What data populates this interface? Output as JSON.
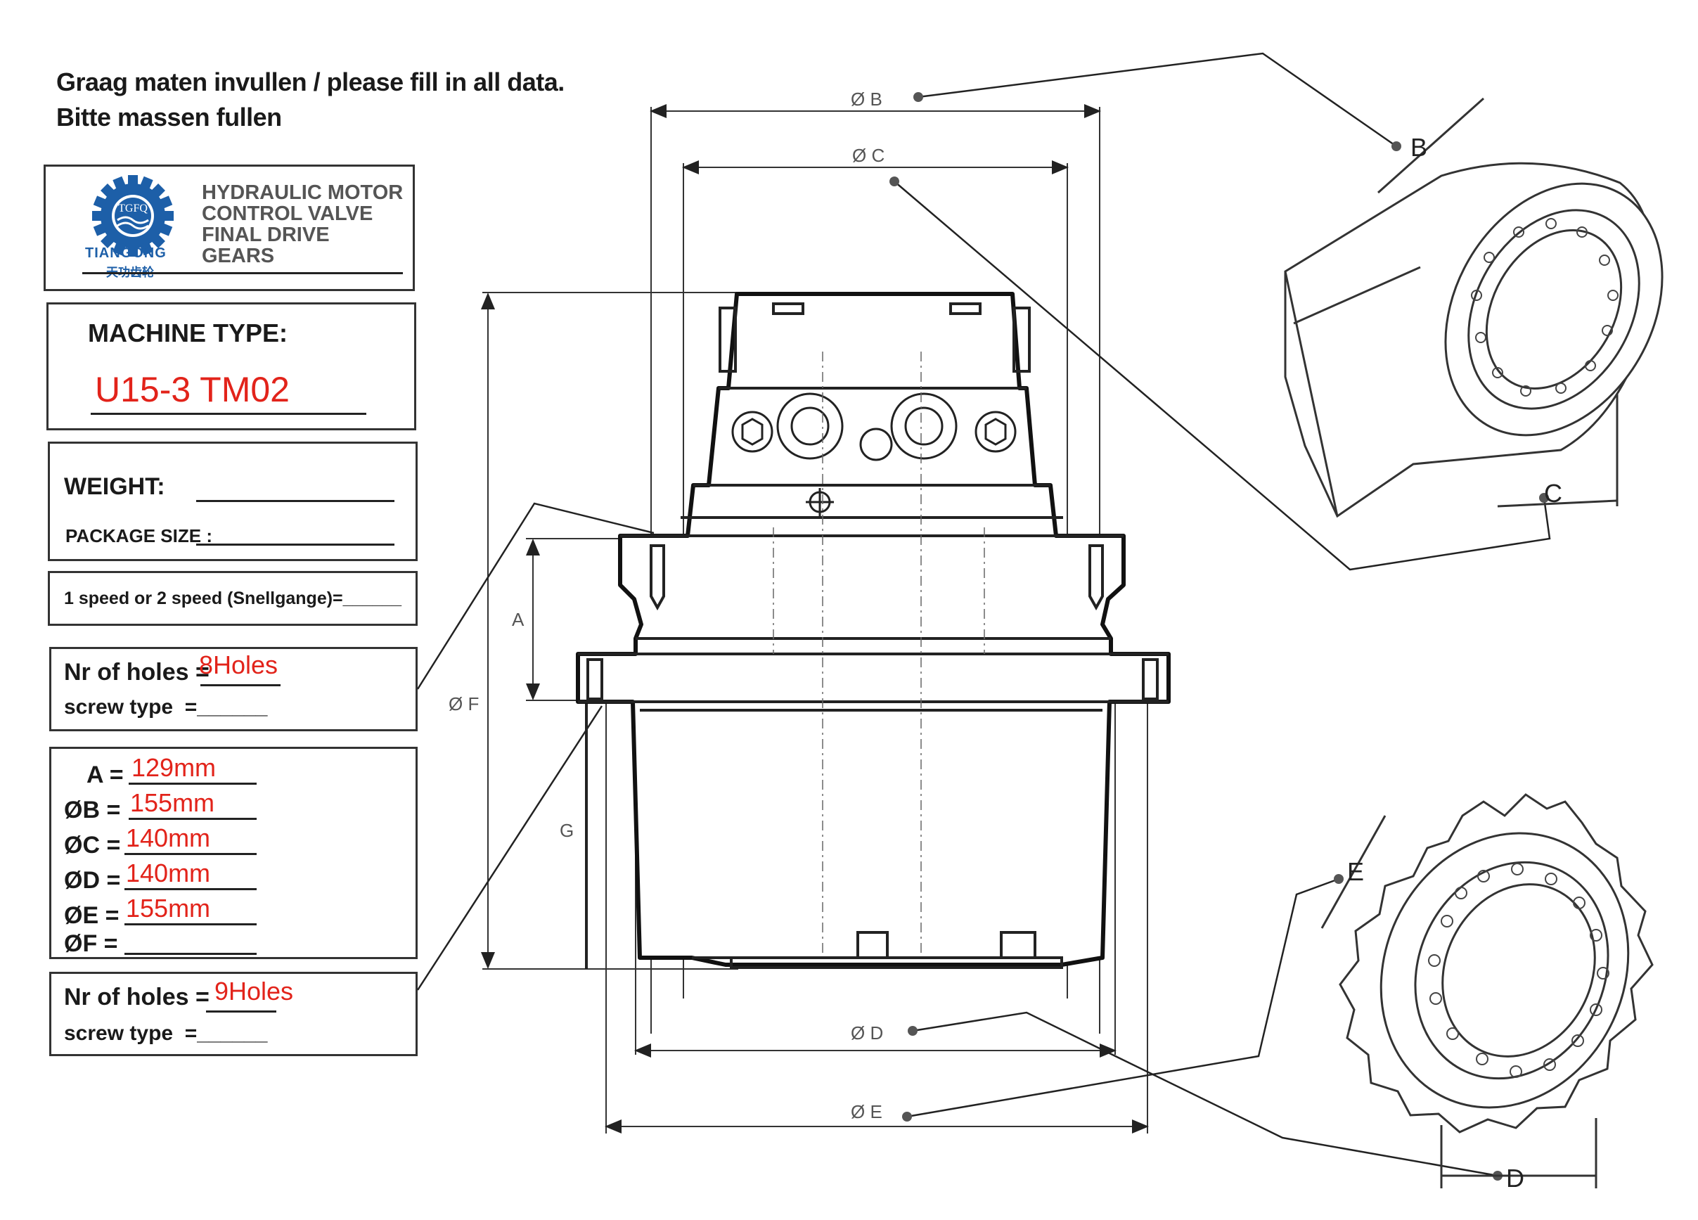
{
  "header": {
    "line1": "Graag maten invullen / please fill in all data.",
    "line2": "Bitte massen fullen"
  },
  "logo": {
    "badge": "TGFQ",
    "brand_en": "TIANGONG",
    "brand_cn": "天功齿轮",
    "lines": [
      "HYDRAULIC MOTOR",
      "CONTROL VALVE",
      "FINAL DRIVE",
      "GEARS"
    ]
  },
  "machine": {
    "label": "MACHINE TYPE:",
    "value": "U15-3 TM02"
  },
  "weight": {
    "weight_label": "WEIGHT:",
    "package_label": "PACKAGE SIZE :"
  },
  "speed": {
    "label": "1 speed or 2 speed (Snellgange)=______"
  },
  "holes_top": {
    "holes_label": "Nr of holes =",
    "holes_value": "8Holes",
    "screw_label": "screw type  =______"
  },
  "dimensions": {
    "rows": [
      {
        "label": "A =",
        "value": "129mm"
      },
      {
        "label": "ØB =",
        "value": "155mm"
      },
      {
        "label": "ØC =",
        "value": "140mm"
      },
      {
        "label": "ØD =",
        "value": "140mm"
      },
      {
        "label": "ØE =",
        "value": "155mm"
      },
      {
        "label": "ØF =",
        "value": ""
      }
    ]
  },
  "holes_bottom": {
    "holes_label": "Nr of holes =",
    "holes_value": "9Holes",
    "screw_label": "screw type  =______"
  },
  "drawing_labels": {
    "dia_b": "Ø B",
    "dia_c": "Ø C",
    "dia_d": "Ø D",
    "dia_e": "Ø E",
    "dia_f": "Ø F",
    "a": "A",
    "g": "G",
    "callout_b": "B",
    "callout_c": "C",
    "callout_d": "D",
    "callout_e": "E"
  },
  "colors": {
    "accent_red": "#e2231a",
    "logo_blue": "#1d5fa8",
    "line": "#222222"
  }
}
